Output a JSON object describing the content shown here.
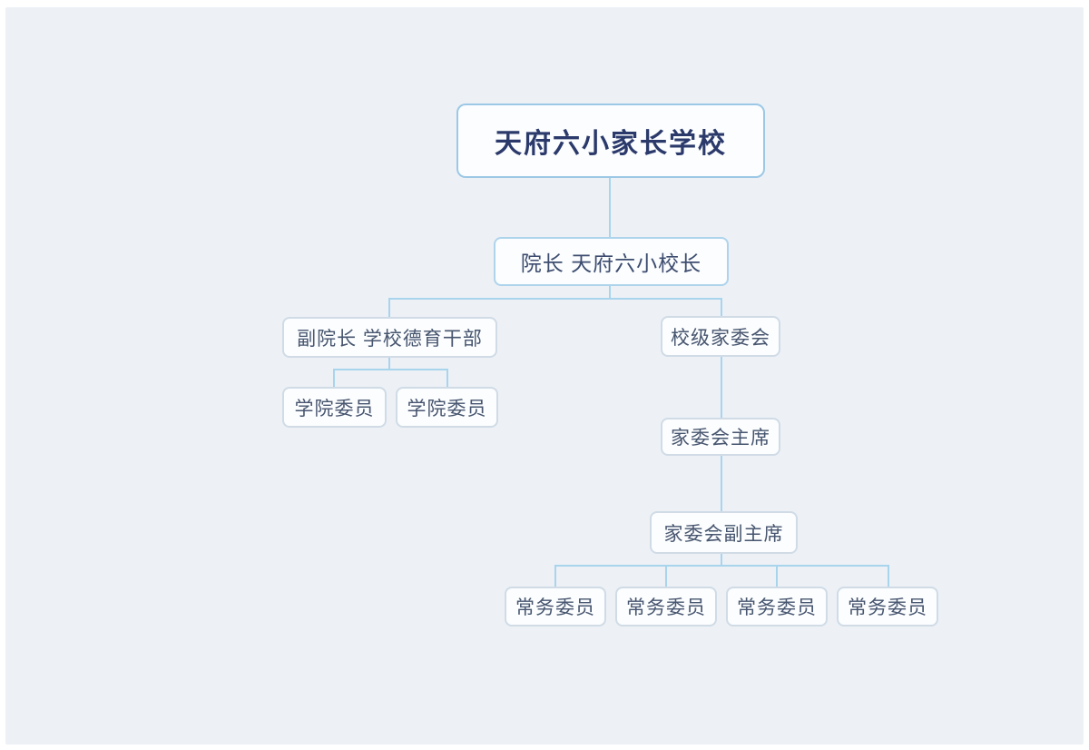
{
  "colors": {
    "page_frame": "#ffffff",
    "canvas_background": "#edf1f6",
    "node_fill": "#fbfdfe",
    "root_border": "#9cc8e6",
    "dean_border": "#aed4ec",
    "node_border": "#d0dbe6",
    "connector": "#a8d4ec",
    "root_text": "#2b3a6b",
    "node_text": "#47556f"
  },
  "orgchart": {
    "root": {
      "label": "天府六小家长学校"
    },
    "dean": {
      "label": "院长 天府六小校长"
    },
    "vice_dean": {
      "label": "副院长 学校德育干部"
    },
    "academy_members": [
      {
        "label": "学院委员"
      },
      {
        "label": "学院委员"
      }
    ],
    "school_committee": {
      "label": "校级家委会"
    },
    "chair": {
      "label": "家委会主席"
    },
    "vice_chair": {
      "label": "家委会副主席"
    },
    "standing_members": [
      {
        "label": "常务委员"
      },
      {
        "label": "常务委员"
      },
      {
        "label": "常务委员"
      },
      {
        "label": "常务委员"
      }
    ]
  }
}
